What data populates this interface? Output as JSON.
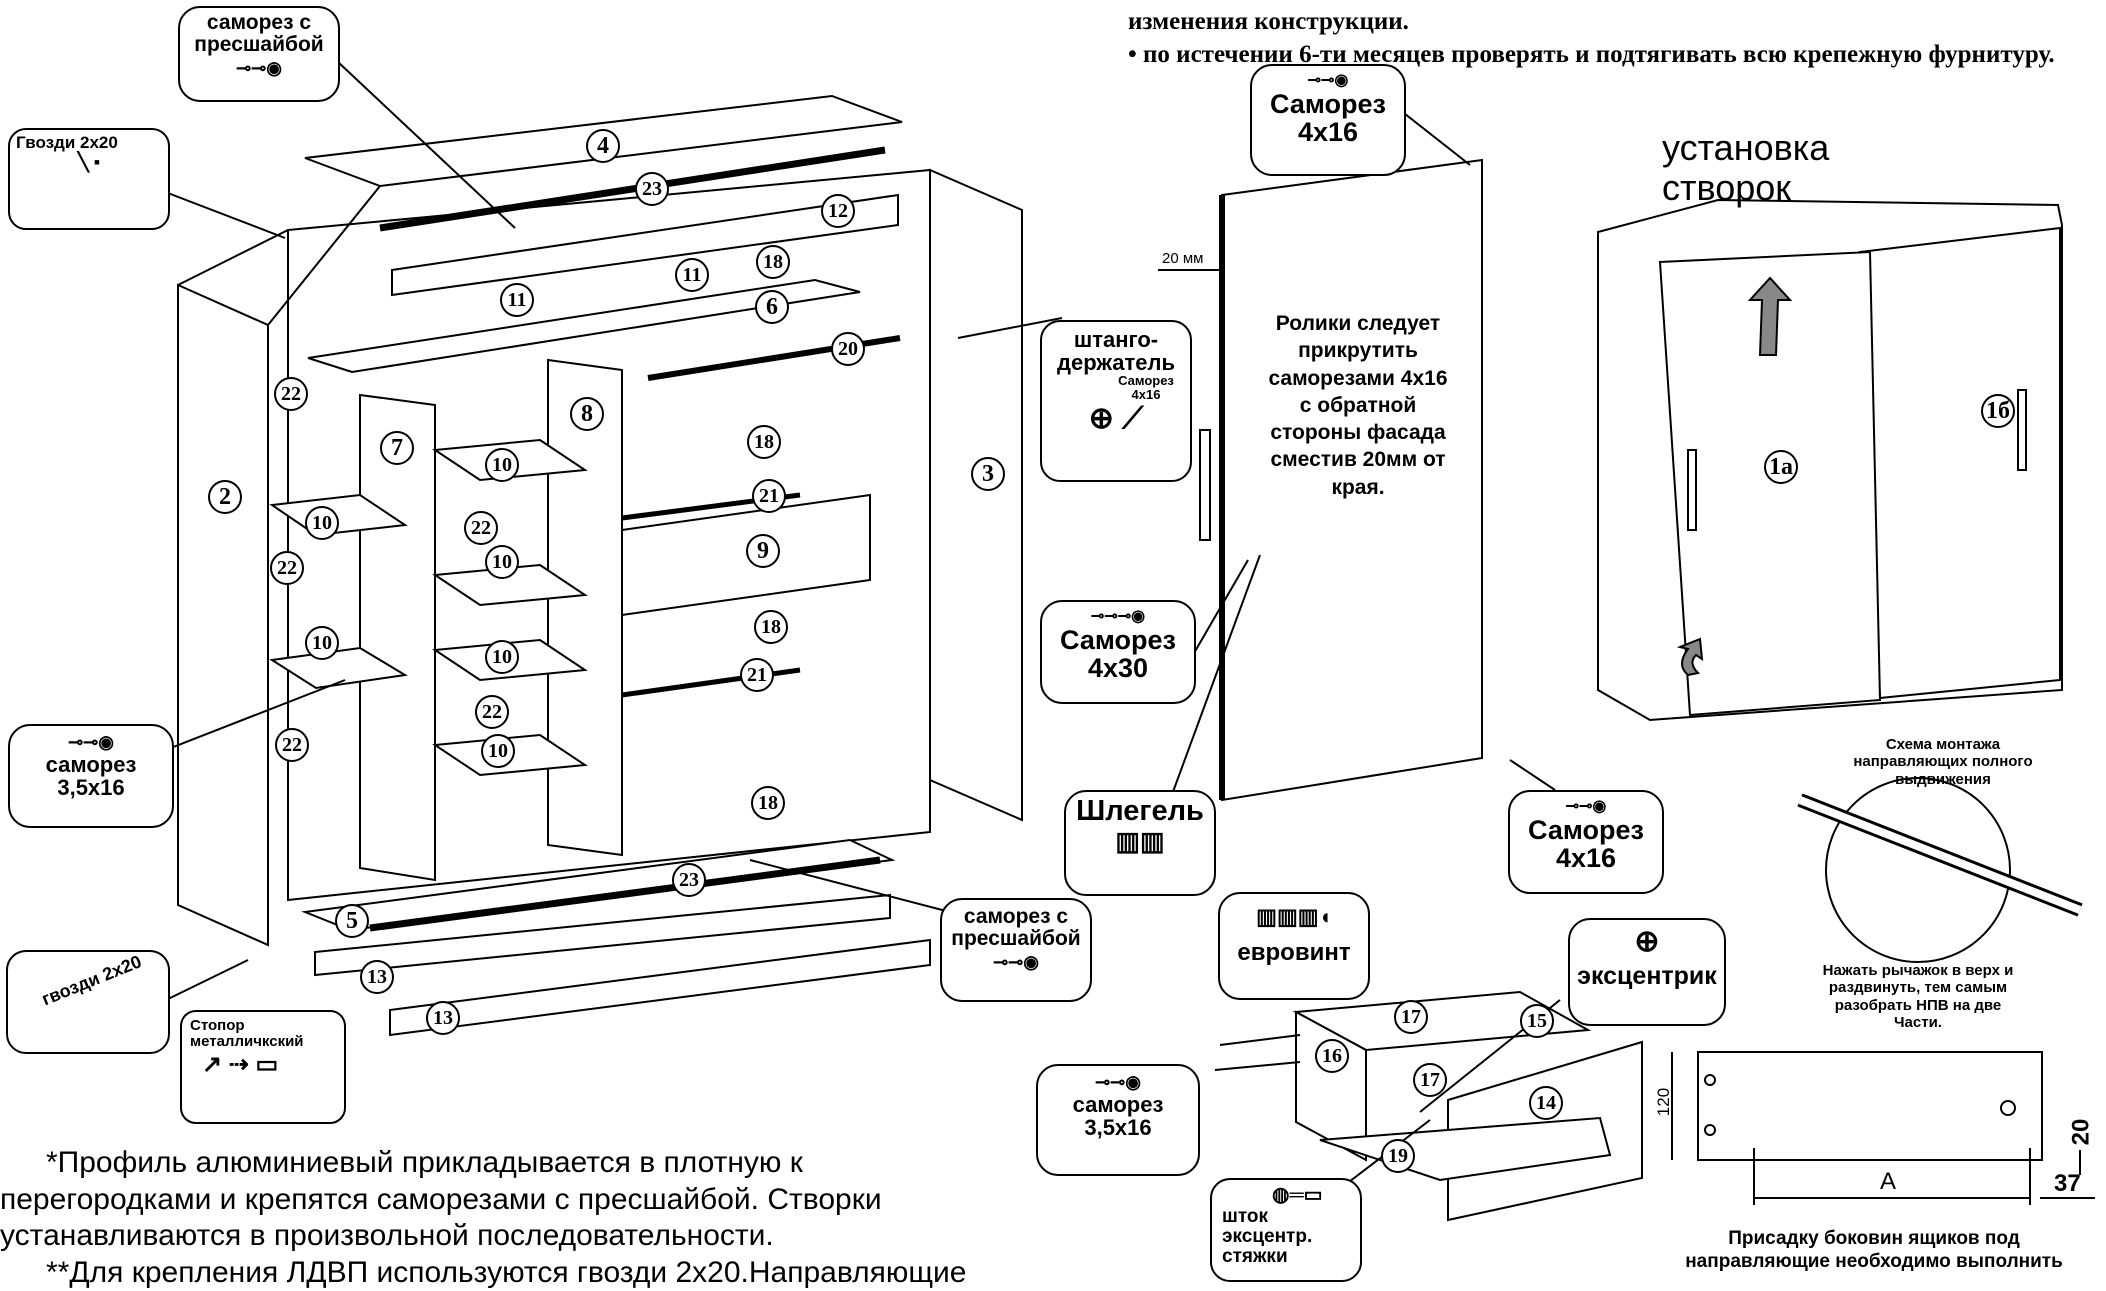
{
  "top_notes": {
    "line1": "изменения конструкции.",
    "bullet": "по истечении 6-ти месяцев проверять и подтягивать всю крепежную фурнитуру."
  },
  "labels": {
    "samorez_press_top": "саморез с\nпресшайбой",
    "gvozdi_top": "Гвозди 2х20",
    "gvozdi_bottom": "гвозди 2х20",
    "shtangoderzhatel": "штанго-\nдержатель",
    "shtango_samorez": "Саморез\n4х16",
    "samorez_35_left": "саморез\n3,5х16",
    "stopor": "Стопор\nметалличкский",
    "samorez_press_bottom": "саморез с\nпресшайбой",
    "samorez_4x16_top": "Саморез\n4х16",
    "samorez_4x30": "Саморез\n4х30",
    "shlegel": "Шлегель",
    "samorez_4x16_bottom": "Саморез\n4х16",
    "rollers_note": "Ролики следует\nприкрутить\nсаморезами 4х16\nс обратной\nстороны фасада\nсместив 20мм от\nкрая.",
    "dim_20mm": "20 мм",
    "ustanovka": "установка\nстворок",
    "evrovint": "евровинт",
    "ekscentrik": "эксцентрик",
    "samorez_35_drawer": "саморез\n3,5х16",
    "shtok": "шток\nэксцентр.\nстяжки",
    "rail_title": "Схема монтажа\nнаправляющих полного\nвыдвижения",
    "rail_note": "Нажать рычажок в верх и\nраздвинуть, тем самым\nразобрать НПВ на две\nЧасти.",
    "dim_120": "120",
    "dim_20": "20",
    "dim_A": "А",
    "dim_37": "37",
    "prisadka": "Присадку боковин ящиков под\nнаправляющие необходимо выполнить"
  },
  "bottom_note": {
    "line1": "*Профиль алюминиевый прикладывается в плотную к",
    "line2": "перегородками и крепятся саморезами с пресшайбой. Створки",
    "line3": "устанавливаются  в произвольной последовательности.",
    "line4": "**Для крепления ЛДВП используются гвозди 2х20.Направляющие"
  },
  "part_numbers": [
    {
      "id": "p4",
      "text": "4"
    },
    {
      "id": "p23a",
      "text": "23"
    },
    {
      "id": "p12",
      "text": "12"
    },
    {
      "id": "p18a",
      "text": "18"
    },
    {
      "id": "p11a",
      "text": "11"
    },
    {
      "id": "p11b",
      "text": "11"
    },
    {
      "id": "p6",
      "text": "6"
    },
    {
      "id": "p20",
      "text": "20"
    },
    {
      "id": "p22a",
      "text": "22"
    },
    {
      "id": "p7",
      "text": "7"
    },
    {
      "id": "p8",
      "text": "8"
    },
    {
      "id": "p10a",
      "text": "10"
    },
    {
      "id": "p18b",
      "text": "18"
    },
    {
      "id": "p3",
      "text": "3"
    },
    {
      "id": "p2",
      "text": "2"
    },
    {
      "id": "p10b",
      "text": "10"
    },
    {
      "id": "p22b",
      "text": "22"
    },
    {
      "id": "p21a",
      "text": "21"
    },
    {
      "id": "p22c",
      "text": "22"
    },
    {
      "id": "p10c",
      "text": "10"
    },
    {
      "id": "p9",
      "text": "9"
    },
    {
      "id": "p18c",
      "text": "18"
    },
    {
      "id": "p10d",
      "text": "10"
    },
    {
      "id": "p10e",
      "text": "10"
    },
    {
      "id": "p21b",
      "text": "21"
    },
    {
      "id": "p22d",
      "text": "22"
    },
    {
      "id": "p22e",
      "text": "22"
    },
    {
      "id": "p10f",
      "text": "10"
    },
    {
      "id": "p18d",
      "text": "18"
    },
    {
      "id": "p23b",
      "text": "23"
    },
    {
      "id": "p5",
      "text": "5"
    },
    {
      "id": "p13a",
      "text": "13"
    },
    {
      "id": "p13b",
      "text": "13"
    },
    {
      "id": "p1a",
      "text": "1а"
    },
    {
      "id": "p1b",
      "text": "1б"
    },
    {
      "id": "p17a",
      "text": "17"
    },
    {
      "id": "p15",
      "text": "15"
    },
    {
      "id": "p16",
      "text": "16"
    },
    {
      "id": "p17b",
      "text": "17"
    },
    {
      "id": "p14",
      "text": "14"
    },
    {
      "id": "p19",
      "text": "19"
    }
  ]
}
